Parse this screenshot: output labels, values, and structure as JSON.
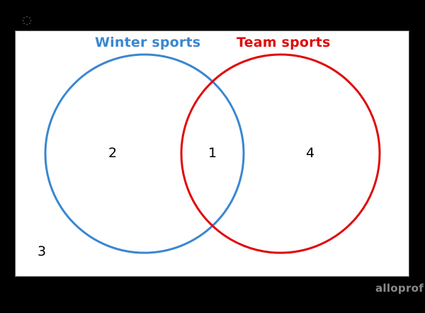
{
  "diagram": {
    "type": "venn",
    "sets": [
      {
        "id": "A",
        "label": "Winter sports",
        "color": "#3a87d0"
      },
      {
        "id": "B",
        "label": "Team sports",
        "color": "#e00a0a"
      }
    ],
    "regions": {
      "only_A": "2",
      "A_and_B": "1",
      "only_B": "4",
      "outside": "3"
    }
  },
  "brand": {
    "text": "alloprof"
  },
  "icons": {
    "top_left": "loading-dots-icon"
  }
}
